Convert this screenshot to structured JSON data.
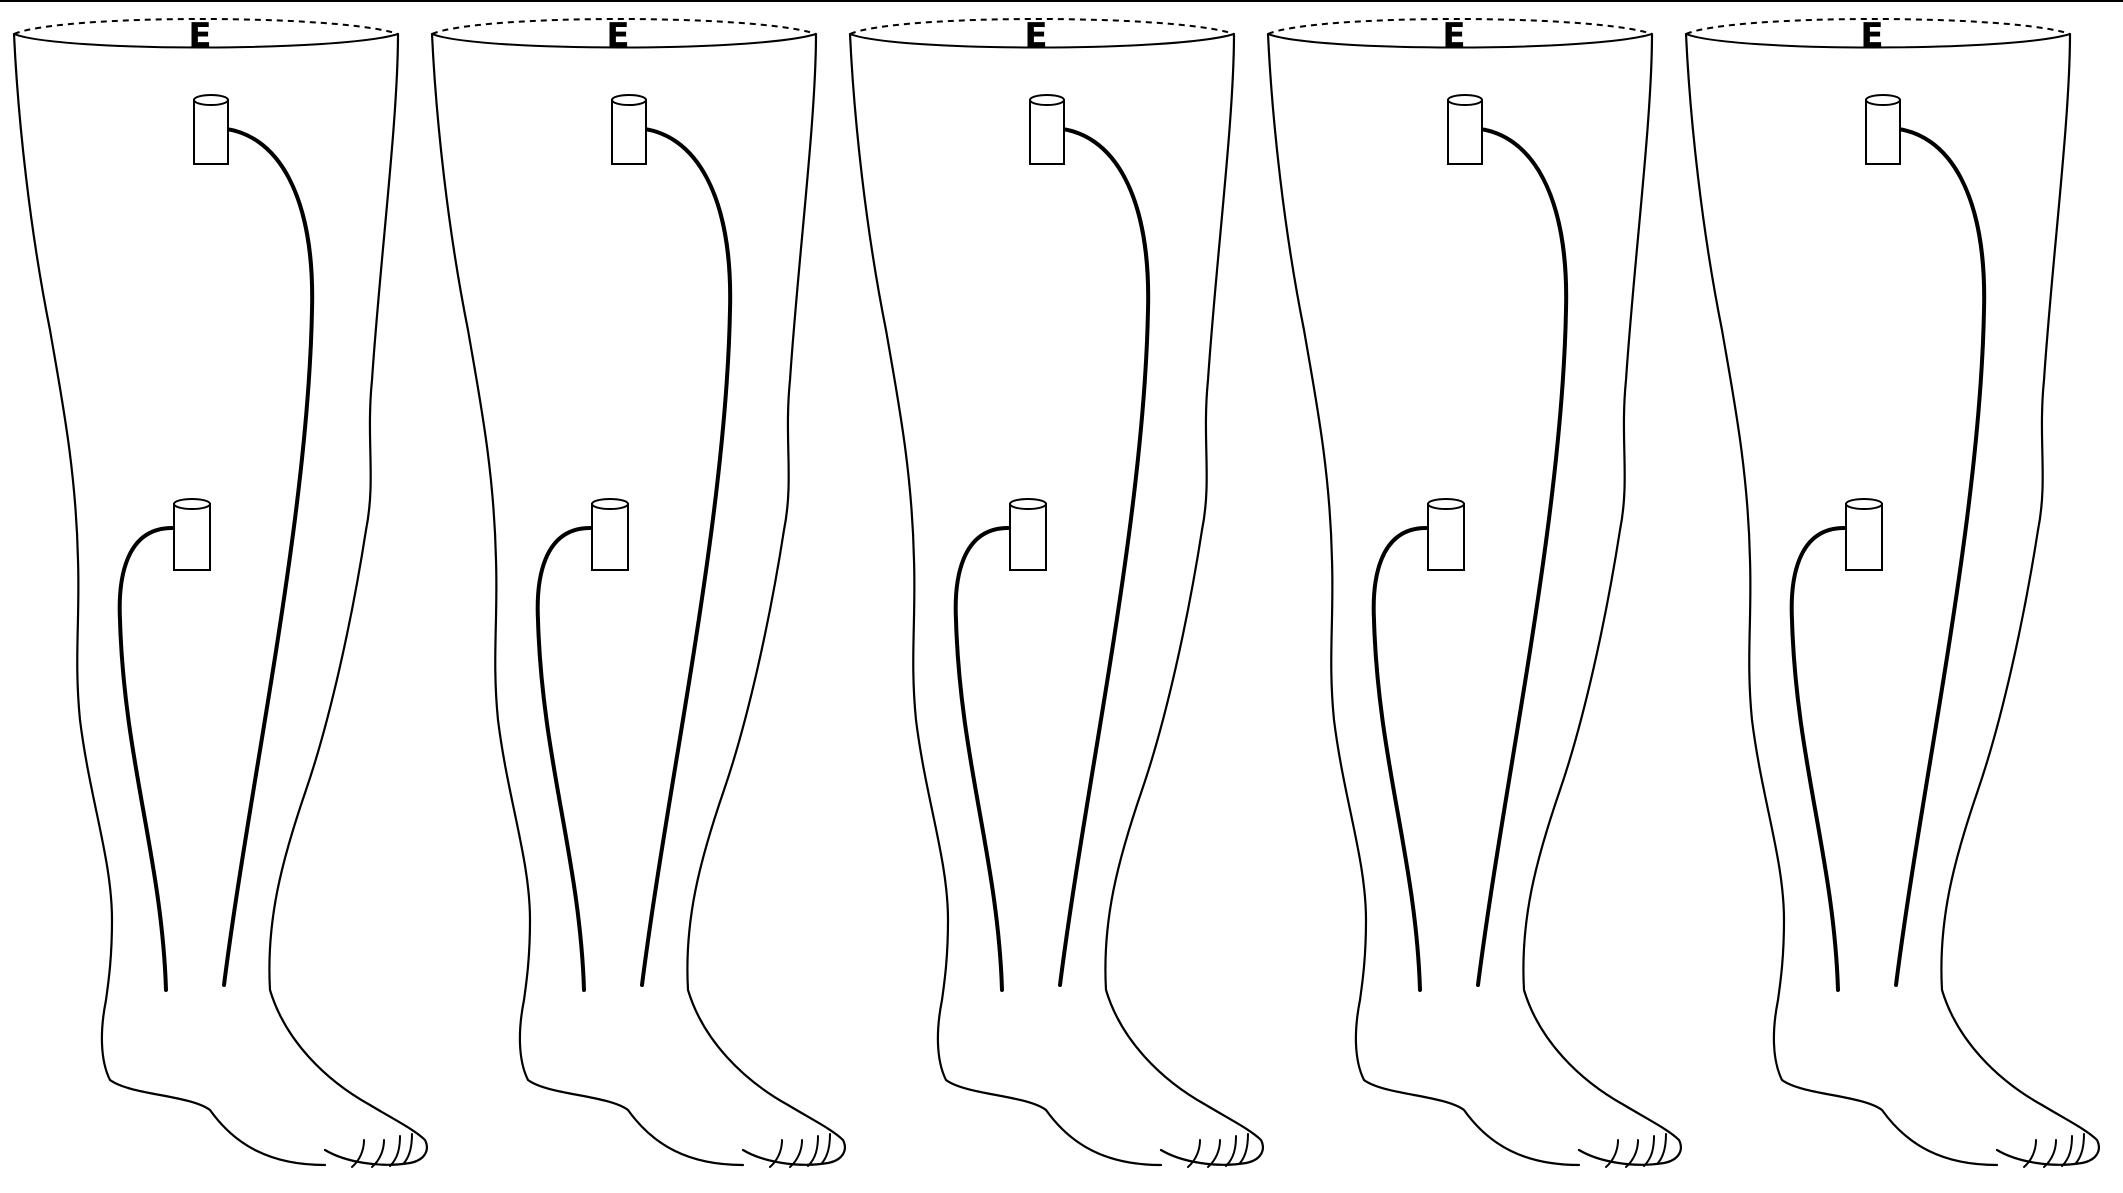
{
  "legs": [
    {
      "label": "E"
    },
    {
      "label": "E"
    },
    {
      "label": "E"
    },
    {
      "label": "E"
    },
    {
      "label": "E"
    }
  ]
}
